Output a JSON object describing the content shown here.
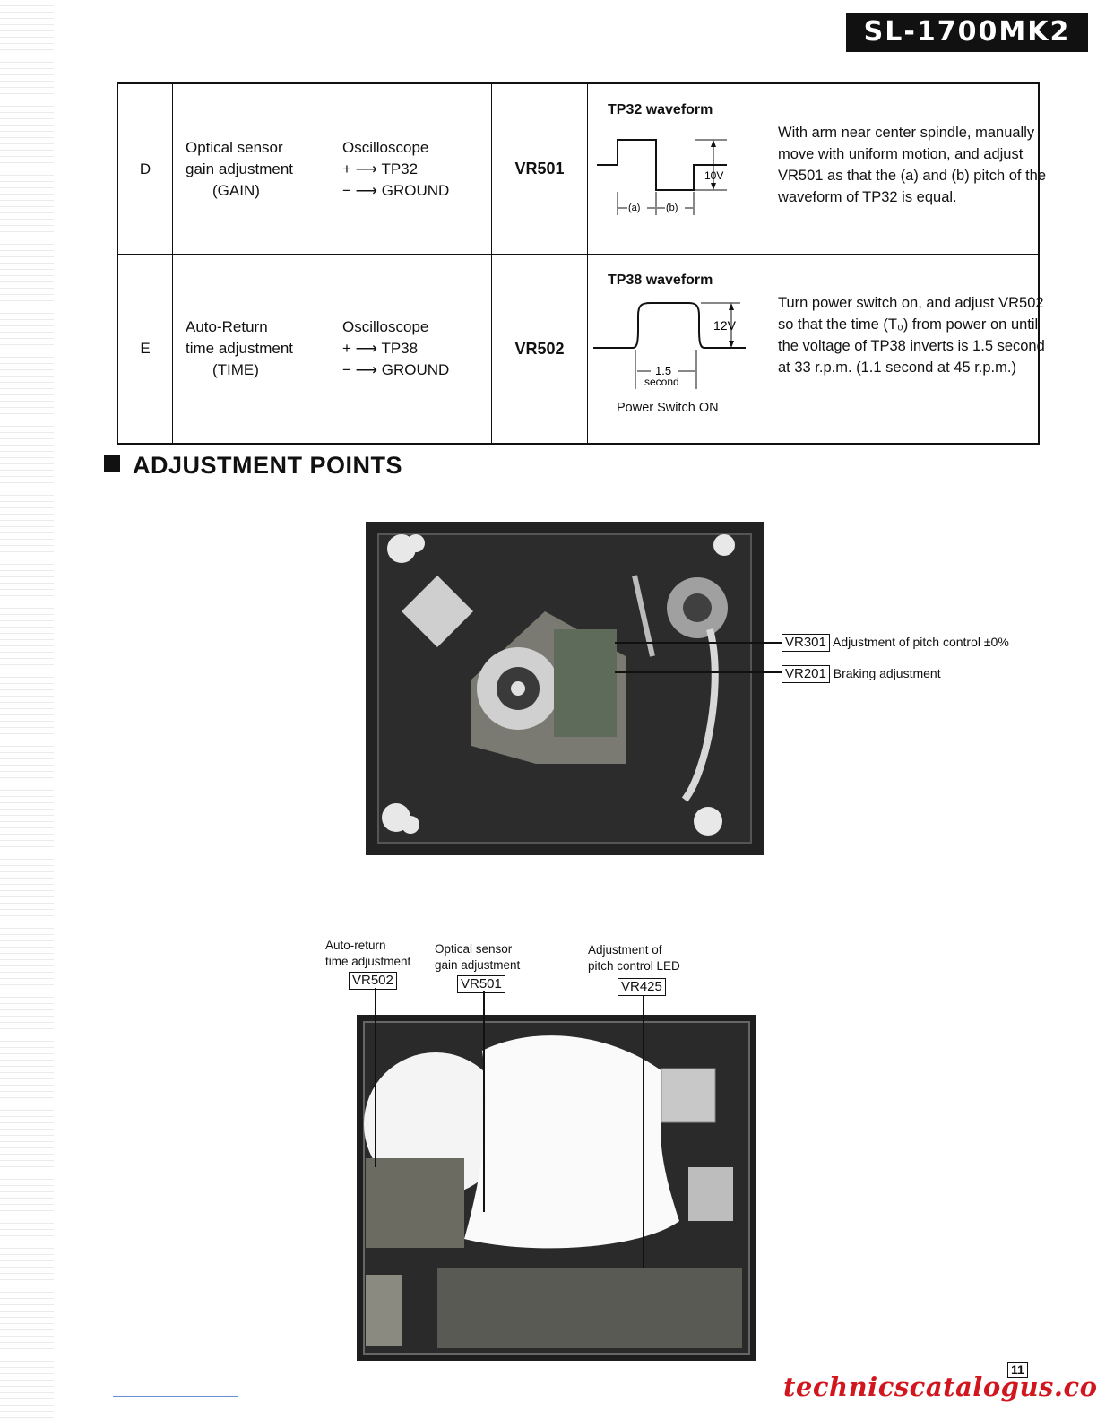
{
  "header": {
    "model": "SL-1700MK2"
  },
  "table": {
    "rows": [
      {
        "step": "D",
        "item": [
          "Optical sensor",
          "gain adjustment",
          "(GAIN)"
        ],
        "instrument": [
          "Oscilloscope",
          "+ ⟶ TP32",
          "− ⟶ GROUND"
        ],
        "adjust": "VR501",
        "waveform_title": "TP32 waveform",
        "waveform_labels": {
          "voltage": "10V",
          "a": "(a)",
          "b": "(b)"
        },
        "waveform_caption": "",
        "description": "With arm near center spindle, manually move with uniform motion, and adjust VR501 as that the (a) and (b) pitch of the waveform of TP32 is equal."
      },
      {
        "step": "E",
        "item": [
          "Auto-Return",
          "time adjustment",
          "(TIME)"
        ],
        "instrument": [
          "Oscilloscope",
          "+ ⟶ TP38",
          "− ⟶ GROUND"
        ],
        "adjust": "VR502",
        "waveform_title": "TP38 waveform",
        "waveform_labels": {
          "voltage": "12V",
          "time": "1.5",
          "unit": "second"
        },
        "waveform_caption": "Power Switch ON",
        "description": "Turn power switch on, and adjust VR502 so that the time (T₀) from power on until the voltage of TP38 inverts is 1.5 second at 33 r.p.m. (1.1 second at 45 r.p.m.)"
      }
    ]
  },
  "section": {
    "title": "ADJUSTMENT POINTS"
  },
  "photo_top": {
    "callouts": [
      {
        "tag": "VR301",
        "text": "Adjustment of pitch control ±0%"
      },
      {
        "tag": "VR201",
        "text": "Braking adjustment"
      }
    ]
  },
  "photo_bottom": {
    "callouts": [
      {
        "tag": "VR502",
        "label": [
          "Auto-return",
          "time adjustment"
        ]
      },
      {
        "tag": "VR501",
        "label": [
          "Optical sensor",
          "gain adjustment"
        ]
      },
      {
        "tag": "VR425",
        "label": [
          "Adjustment of",
          "pitch control LED"
        ]
      }
    ]
  },
  "footer": {
    "page": "11",
    "watermark": "technicscatalogus.com"
  }
}
